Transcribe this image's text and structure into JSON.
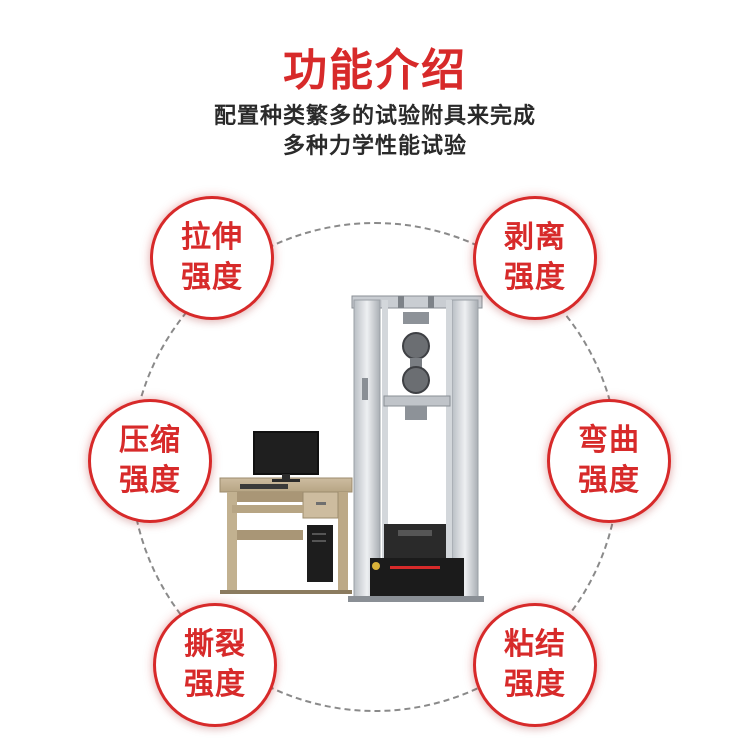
{
  "header": {
    "title": "功能介绍",
    "subtitle_line1": "配置种类繁多的试验附具来完成",
    "subtitle_line2": "多种力学性能试验"
  },
  "features": [
    {
      "line1": "拉伸",
      "line2": "强度"
    },
    {
      "line1": "剥离",
      "line2": "强度"
    },
    {
      "line1": "压缩",
      "line2": "强度"
    },
    {
      "line1": "弯曲",
      "line2": "强度"
    },
    {
      "line1": "撕裂",
      "line2": "强度"
    },
    {
      "line1": "粘结",
      "line2": "强度"
    }
  ],
  "colors": {
    "accent": "#d72a2a",
    "text": "#2a2a2a",
    "ring": "#8a8a8a"
  },
  "icons": [
    "desktop-monitor-icon",
    "testing-machine-icon"
  ]
}
